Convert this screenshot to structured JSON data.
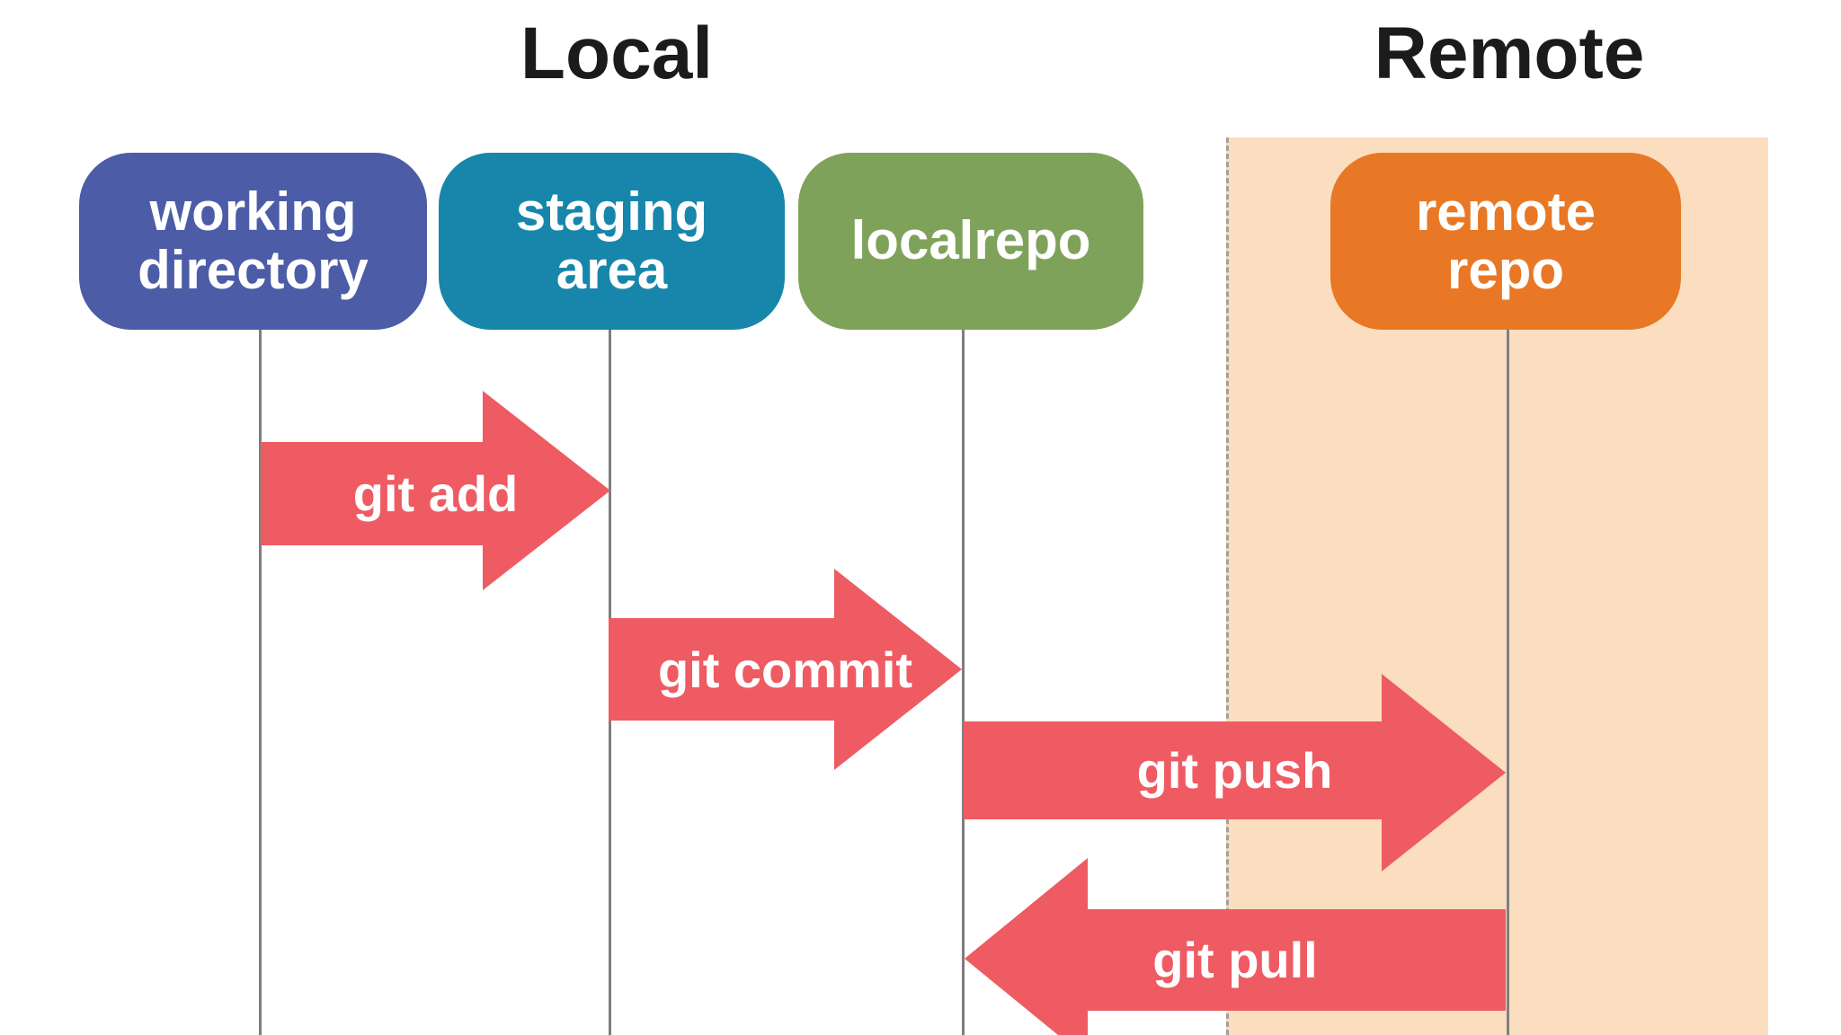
{
  "diagram": {
    "sections": [
      {
        "title": "Local"
      },
      {
        "title": "Remote"
      }
    ],
    "nodes": [
      {
        "label": "working directory",
        "color": "#4c5ca6"
      },
      {
        "label": "staging area",
        "color": "#1886ab"
      },
      {
        "label": "localrepo",
        "color": "#7fa25b"
      },
      {
        "label": "remote repo",
        "color": "#e87825"
      }
    ],
    "arrows": [
      {
        "label": "git add",
        "from": "working directory",
        "to": "staging area",
        "direction": "right",
        "color": "#ee5b63"
      },
      {
        "label": "git commit",
        "from": "staging area",
        "to": "localrepo",
        "direction": "right",
        "color": "#ee5b63"
      },
      {
        "label": "git push",
        "from": "localrepo",
        "to": "remote repo",
        "direction": "right",
        "color": "#ee5b63"
      },
      {
        "label": "git pull",
        "from": "remote repo",
        "to": "localrepo",
        "direction": "left",
        "color": "#ee5b63"
      }
    ],
    "colors": {
      "background": "#ffffff",
      "remote_zone": "#fbdec0",
      "remote_zone_border": "#a0a0a0",
      "lifeline": "#7e7e7e",
      "title_text": "#1b1b1b",
      "node_text": "#ffffff",
      "arrow_text": "#ffffff"
    }
  }
}
